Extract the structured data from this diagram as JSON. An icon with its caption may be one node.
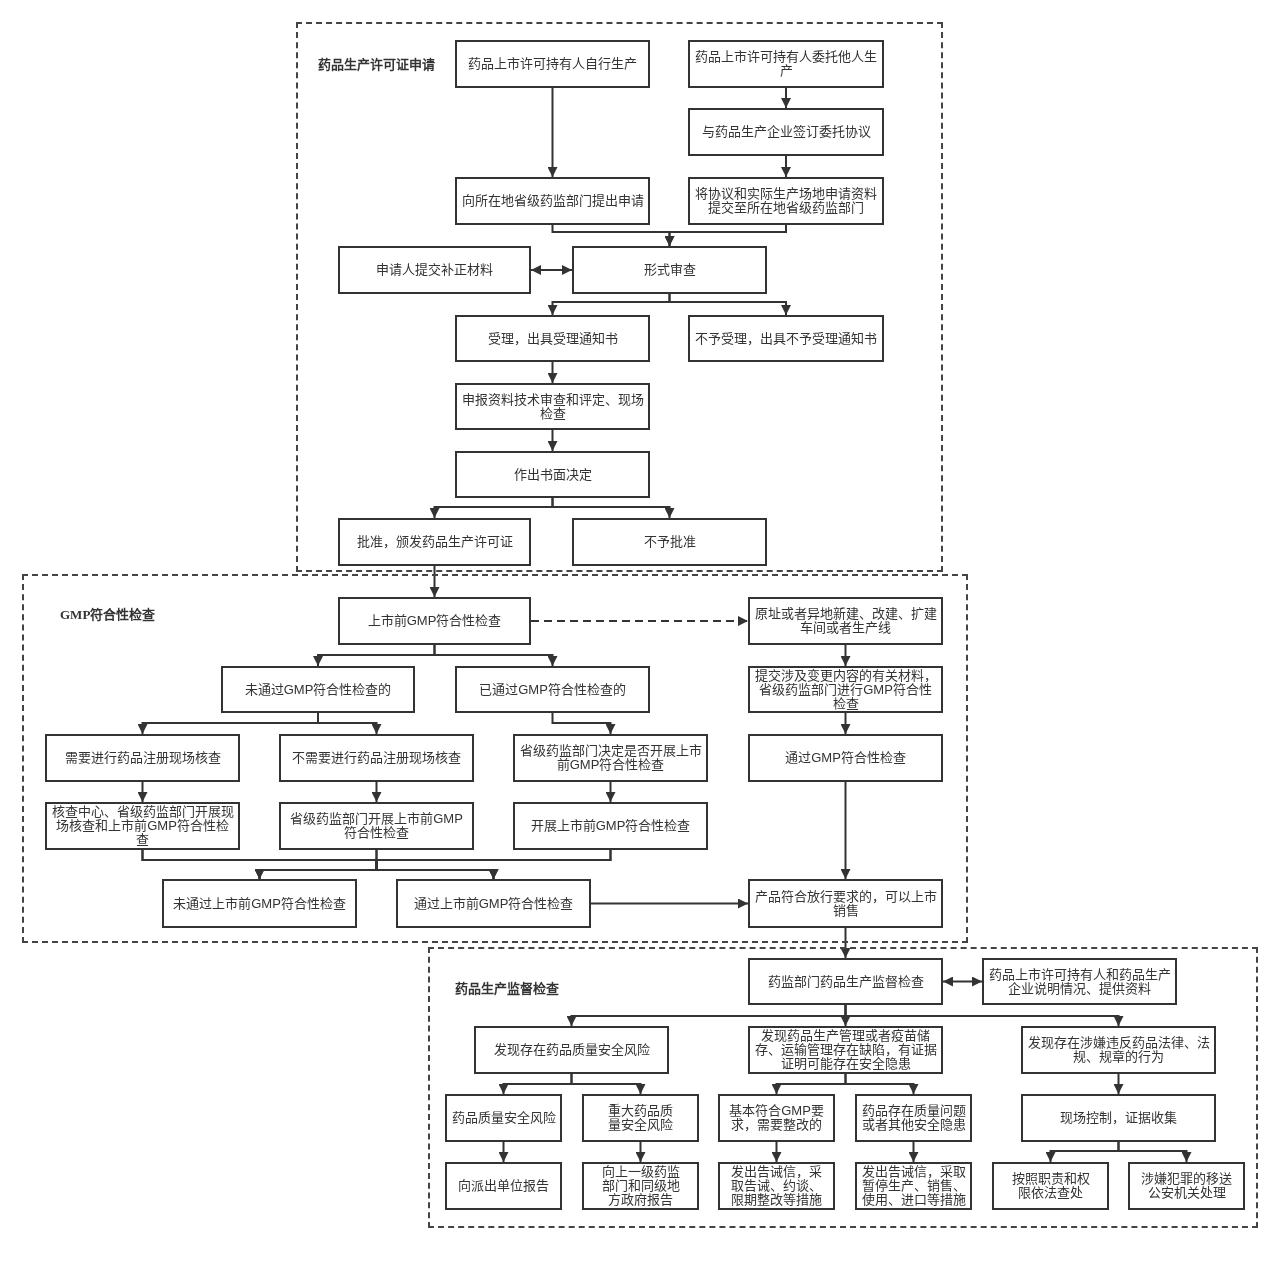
{
  "diagram": {
    "nodes": [
      {
        "text": [
          "药品生产许可证申请"
        ]
      },
      {
        "text": [
          "药品上市许可持有人自行生产"
        ],
        "in": 0
      },
      {
        "text": [
          "药品上市许可持有人委托他人生产"
        ],
        "in": 0
      },
      {
        "text": [
          "与药品生产企业签订委托协议"
        ],
        "in": 0
      },
      {
        "text": [
          "向所在地省级药监部门提出申请"
        ],
        "in": 0
      },
      {
        "text": [
          "将协议和实际生产场地申请资料提交至所在地省级药监部门"
        ],
        "in": 0
      },
      {
        "text": [
          "申请人提交补正材料"
        ],
        "in": 0
      },
      {
        "text": [
          "形式审查"
        ],
        "in": 0
      },
      {
        "text": [
          "受理，出具受理通知书"
        ],
        "in": 0
      },
      {
        "text": [
          "不予受理，出具不予受理通知书"
        ],
        "in": 0
      },
      {
        "text": [
          "申报资料技术审查和评定、现场检查"
        ],
        "in": 0
      },
      {
        "text": [
          "作出书面决定"
        ],
        "in": 0
      },
      {
        "text": [
          "批准，颁发药品生产许可证"
        ],
        "in": 0
      },
      {
        "text": [
          "不予批准"
        ],
        "in": 0
      },
      {
        "text": [
          "GMP符合性检查"
        ]
      },
      {
        "text": [
          "上市前GMP符合性检查"
        ],
        "in": 14
      },
      {
        "text": [
          "原址或者异地新建、改建、扩建车间或者生产线"
        ],
        "in": 14
      },
      {
        "text": [
          "未通过GMP符合性检查的"
        ],
        "in": 14
      },
      {
        "text": [
          "已通过GMP符合性检查的"
        ],
        "in": 14
      },
      {
        "text": [
          "提交涉及变更内容的有关材料，省级药监部门进行GMP符合性检查"
        ],
        "in": 14
      },
      {
        "text": [
          "需要进行药品注册现场核查"
        ],
        "in": 14
      },
      {
        "text": [
          "不需要进行药品注册现场核查"
        ],
        "in": 14
      },
      {
        "text": [
          "省级药监部门决定是否开展上市前GMP符合性检查"
        ],
        "in": 14
      },
      {
        "text": [
          "通过GMP符合性检查"
        ],
        "in": 14
      },
      {
        "text": [
          "核查中心、省级药监部门开展现场核查和上市前GMP符合性检查"
        ],
        "in": 14
      },
      {
        "text": [
          "省级药监部门开展上市前GMP符合性检查"
        ],
        "in": 14
      },
      {
        "text": [
          "开展上市前GMP符合性检查"
        ],
        "in": 14
      },
      {
        "text": [
          "未通过上市前GMP符合性检查"
        ],
        "in": 14
      },
      {
        "text": [
          "通过上市前GMP符合性检查"
        ],
        "in": 14
      },
      {
        "text": [
          "产品符合放行要求的，可以上市销售"
        ],
        "in": 14
      },
      {
        "text": [
          "药品生产监督检查"
        ]
      },
      {
        "text": [
          "药监部门药品生产监督检查"
        ],
        "in": 30
      },
      {
        "text": [
          "药品上市许可持有人和药品生产企业说明情况、提供资料"
        ],
        "in": 30
      },
      {
        "text": [
          "发现存在药品质量安全风险"
        ],
        "in": 30
      },
      {
        "text": [
          "发现药品生产管理或者疫苗储存、运输管理存在缺陷，有证据证明可能存在安全隐患"
        ],
        "in": 30
      },
      {
        "text": [
          "发现存在涉嫌违反药品法律、法规、规章的行为"
        ],
        "in": 30
      },
      {
        "text": [
          "药品质量安全风险"
        ],
        "in": 30
      },
      {
        "text": [
          "重大药品质量安全风险"
        ],
        "in": 30
      },
      {
        "text": [
          "基本符合GMP要求，需要整改的"
        ],
        "in": 30
      },
      {
        "text": [
          "药品存在质量问题或者其他安全隐患"
        ],
        "in": 30
      },
      {
        "text": [
          "现场控制，证据收集"
        ],
        "in": 30
      },
      {
        "text": [
          "向派出单位报告"
        ],
        "in": 30
      },
      {
        "text": [
          "向上一级药监部门和同级地方政府报告"
        ],
        "in": 30
      },
      {
        "text": [
          "发出告诫信，采取告诫、约谈、限期整改等措施"
        ],
        "in": 30
      },
      {
        "text": [
          "发出告诫信，采取暂停生产、销售、使用、进口等措施"
        ],
        "in": 30
      },
      {
        "text": [
          "按照职责和权限依法查处"
        ],
        "in": 30
      },
      {
        "text": [
          "涉嫌犯罪的移送公安机关处理"
        ],
        "in": 30
      }
    ],
    "edges": [
      {
        "from": 1,
        "to": 4,
        "arrow": "to"
      },
      {
        "from": 2,
        "to": 3,
        "arrow": "to"
      },
      {
        "from": 3,
        "to": 5,
        "arrow": "to"
      },
      {
        "from": 4,
        "to": 7,
        "arrow": "to"
      },
      {
        "from": 5,
        "to": 7,
        "arrow": "to"
      },
      {
        "from": 6,
        "to": 7,
        "arrow": "both"
      },
      {
        "from": 7,
        "to": 8,
        "arrow": "to"
      },
      {
        "from": 7,
        "to": 9,
        "arrow": "to"
      },
      {
        "from": 8,
        "to": 10,
        "arrow": "to"
      },
      {
        "from": 10,
        "to": 11,
        "arrow": "to"
      },
      {
        "from": 11,
        "to": 12,
        "arrow": "to"
      },
      {
        "from": 11,
        "to": 13,
        "arrow": "to"
      },
      {
        "from": 12,
        "to": 15,
        "arrow": "to"
      },
      {
        "from": 15,
        "to": 16,
        "arrow": "to",
        "style": "dashed"
      },
      {
        "from": 15,
        "to": 17,
        "arrow": "to"
      },
      {
        "from": 15,
        "to": 18,
        "arrow": "to"
      },
      {
        "from": 17,
        "to": 20,
        "arrow": "to"
      },
      {
        "from": 17,
        "to": 21,
        "arrow": "to"
      },
      {
        "from": 18,
        "to": 22,
        "arrow": "to"
      },
      {
        "from": 16,
        "to": 19,
        "arrow": "to"
      },
      {
        "from": 19,
        "to": 23,
        "arrow": "to"
      },
      {
        "from": 20,
        "to": 24,
        "arrow": "to"
      },
      {
        "from": 21,
        "to": 25,
        "arrow": "to"
      },
      {
        "from": 22,
        "to": 26,
        "arrow": "to"
      },
      {
        "from": 24,
        "to": 27,
        "arrow": "to"
      },
      {
        "from": 24,
        "to": 28,
        "arrow": "to"
      },
      {
        "from": 25,
        "to": 27,
        "arrow": "to"
      },
      {
        "from": 25,
        "to": 28,
        "arrow": "to"
      },
      {
        "from": 26,
        "to": 27,
        "arrow": "to"
      },
      {
        "from": 26,
        "to": 28,
        "arrow": "to"
      },
      {
        "from": 28,
        "to": 29,
        "arrow": "to"
      },
      {
        "from": 23,
        "to": 29,
        "arrow": "to"
      },
      {
        "from": 29,
        "to": 31,
        "arrow": "to"
      },
      {
        "from": 31,
        "to": 32,
        "arrow": "both"
      },
      {
        "from": 31,
        "to": 33,
        "arrow": "to"
      },
      {
        "from": 31,
        "to": 34,
        "arrow": "to"
      },
      {
        "from": 31,
        "to": 35,
        "arrow": "to"
      },
      {
        "from": 33,
        "to": 36,
        "arrow": "to"
      },
      {
        "from": 33,
        "to": 37,
        "arrow": "to"
      },
      {
        "from": 34,
        "to": 38,
        "arrow": "to"
      },
      {
        "from": 34,
        "to": 39,
        "arrow": "to"
      },
      {
        "from": 35,
        "to": 40,
        "arrow": "to"
      },
      {
        "from": 36,
        "to": 41,
        "arrow": "to"
      },
      {
        "from": 37,
        "to": 42,
        "arrow": "to"
      },
      {
        "from": 38,
        "to": 43,
        "arrow": "to"
      },
      {
        "from": 39,
        "to": 44,
        "arrow": "to"
      },
      {
        "from": 40,
        "to": 45,
        "arrow": "to"
      },
      {
        "from": 40,
        "to": 46,
        "arrow": "to"
      }
    ]
  }
}
